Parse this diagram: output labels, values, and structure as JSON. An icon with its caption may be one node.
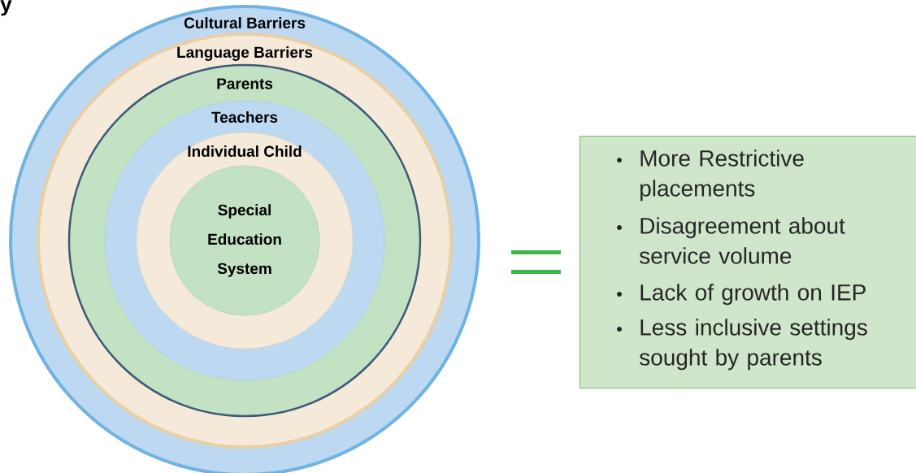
{
  "diagram": {
    "title": "y",
    "nodes": [
      {
        "text": [
          "Cultural Barriers"
        ]
      },
      {
        "text": [
          "Language Barriers"
        ],
        "in": 0
      },
      {
        "text": [
          "Parents"
        ],
        "in": 1
      },
      {
        "text": [
          "Teachers"
        ],
        "in": 2
      },
      {
        "text": [
          "Individual Child"
        ],
        "in": 3
      },
      {
        "text": [
          "Special Education System"
        ],
        "in": 4
      },
      {
        "text": [
          "More Restrictive placements",
          "Disagreement about service volume",
          "Lack of growth on IEP",
          "Less inclusive settings sought by parents"
        ]
      }
    ]
  }
}
